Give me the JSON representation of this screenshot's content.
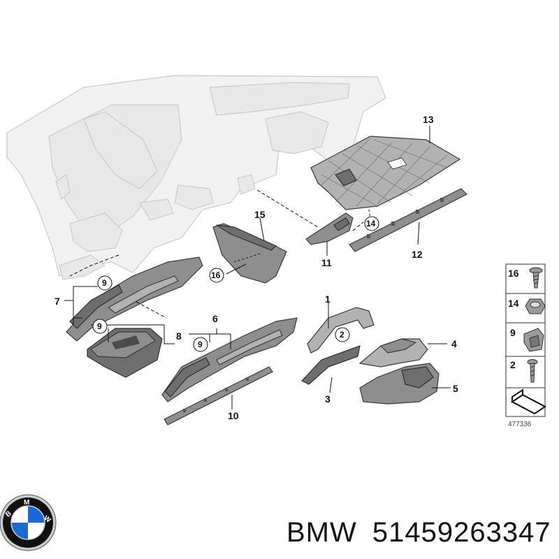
{
  "parts": [
    {
      "number": "1"
    },
    {
      "number": "2"
    },
    {
      "number": "3"
    },
    {
      "number": "4"
    },
    {
      "number": "5"
    },
    {
      "number": "6"
    },
    {
      "number": "7"
    },
    {
      "number": "8"
    },
    {
      "number": "9"
    },
    {
      "number": "10"
    },
    {
      "number": "11"
    },
    {
      "number": "12"
    },
    {
      "number": "13"
    },
    {
      "number": "14"
    },
    {
      "number": "15"
    },
    {
      "number": "16"
    }
  ],
  "legend": {
    "items": [
      "16",
      "14",
      "9",
      "2"
    ],
    "diagram_id": "477336"
  },
  "caption": {
    "brand": "BMW",
    "part_number": "51459263347"
  },
  "logo": {
    "text": "BMW",
    "colors": {
      "ring": "#111111",
      "blue": "#1c69d4",
      "white": "#ffffff",
      "chrome": "#c9ccd0"
    }
  }
}
